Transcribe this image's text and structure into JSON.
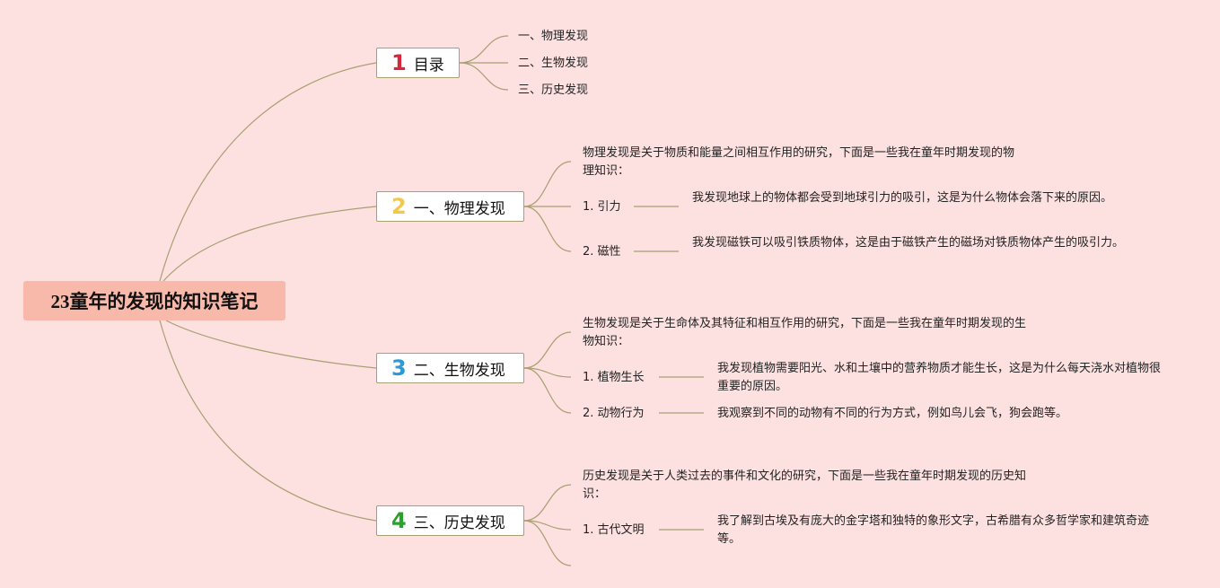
{
  "root": {
    "title": "23童年的发现的知识笔记"
  },
  "topics": [
    {
      "number": "1",
      "number_color": "#d7263d",
      "label": "目录"
    },
    {
      "number": "2",
      "number_color": "#f2c84b",
      "label": "一、物理发现"
    },
    {
      "number": "3",
      "number_color": "#2b9bd8",
      "label": "二、生物发现"
    },
    {
      "number": "4",
      "number_color": "#2ca02c",
      "label": "三、历史发现"
    }
  ],
  "toc": [
    "一、物理发现",
    "二、生物发现",
    "三、历史发现"
  ],
  "physics": {
    "intro": "物理发现是关于物质和能量之间相互作用的研究，下面是一些我在童年时期发现的物理知识：",
    "items": [
      {
        "label": "1. 引力",
        "detail": "我发现地球上的物体都会受到地球引力的吸引，这是为什么物体会落下来的原因。"
      },
      {
        "label": "2. 磁性",
        "detail": "我发现磁铁可以吸引铁质物体，这是由于磁铁产生的磁场对铁质物体产生的吸引力。"
      }
    ]
  },
  "biology": {
    "intro": "生物发现是关于生命体及其特征和相互作用的研究，下面是一些我在童年时期发现的生物知识：",
    "items": [
      {
        "label": "1. 植物生长",
        "detail": "我发现植物需要阳光、水和土壤中的营养物质才能生长，这是为什么每天浇水对植物很重要的原因。"
      },
      {
        "label": "2. 动物行为",
        "detail": "我观察到不同的动物有不同的行为方式，例如鸟儿会飞，狗会跑等。"
      }
    ]
  },
  "history": {
    "intro": "历史发现是关于人类过去的事件和文化的研究，下面是一些我在童年时期发现的历史知识：",
    "items": [
      {
        "label": "1. 古代文明",
        "detail": "我了解到古埃及有庞大的金字塔和独特的象形文字，古希腊有众多哲学家和建筑奇迹等。"
      }
    ]
  },
  "colors": {
    "background": "#fde1e1",
    "root_fill": "#f8b9aa",
    "connector": "#a89f72"
  }
}
